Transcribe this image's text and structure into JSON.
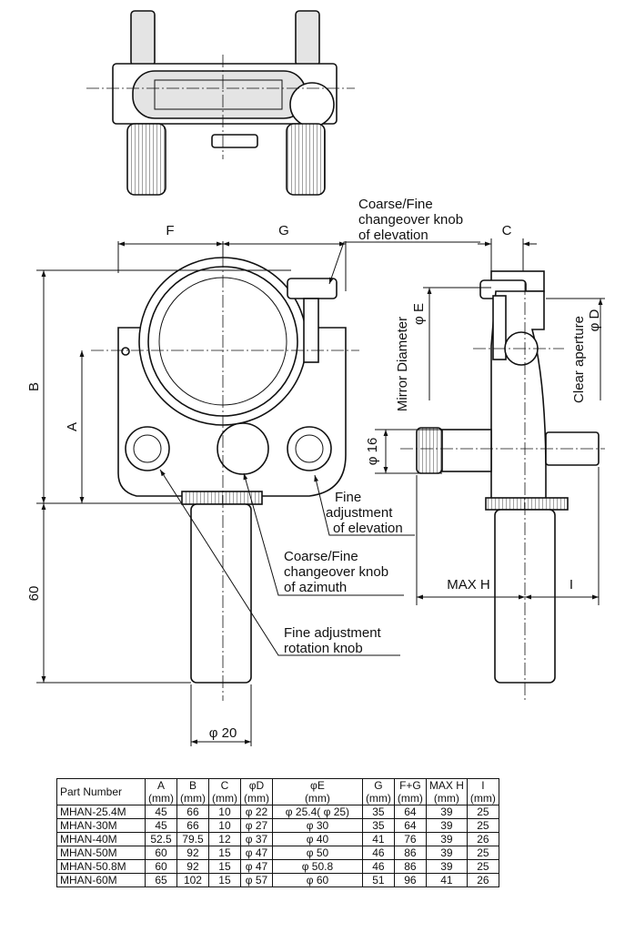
{
  "labels": {
    "dim_f": "F",
    "dim_g": "G",
    "dim_c": "C",
    "dim_b": "B",
    "dim_a": "A",
    "dim_60": "60",
    "dim_phi20": "φ 20",
    "dim_phi16": "φ 16",
    "dim_max_h": "MAX H",
    "dim_i": "I",
    "mirror_diameter": "Mirror Diameter",
    "phi_e": "φ E",
    "clear_aperture": "Clear aperture",
    "phi_d": "φ D",
    "coarse_fine_elevation": [
      "Coarse/Fine",
      "changeover knob",
      "of elevation"
    ],
    "fine_adj_elevation": [
      "Fine",
      "adjustment",
      "of elevation"
    ],
    "coarse_fine_azimuth": [
      "Coarse/Fine",
      "changeover knob",
      "of azimuth"
    ],
    "fine_adj_rotation": [
      "Fine adjustment",
      "rotation knob"
    ]
  },
  "table": {
    "headers": [
      {
        "name": "Part Number",
        "unit": ""
      },
      {
        "name": "A",
        "unit": "(mm)"
      },
      {
        "name": "B",
        "unit": "(mm)"
      },
      {
        "name": "C",
        "unit": "(mm)"
      },
      {
        "name": "φD",
        "unit": "(mm)"
      },
      {
        "name": "φE",
        "unit": "(mm)"
      },
      {
        "name": "G",
        "unit": "(mm)"
      },
      {
        "name": "F+G",
        "unit": "(mm)"
      },
      {
        "name": "MAX H",
        "unit": "(mm)"
      },
      {
        "name": "I",
        "unit": "(mm)"
      }
    ],
    "rows": [
      [
        "MHAN-25.4M",
        "45",
        "66",
        "10",
        "φ 22",
        "φ 25.4( φ 25)",
        "35",
        "64",
        "39",
        "25"
      ],
      [
        "MHAN-30M",
        "45",
        "66",
        "10",
        "φ 27",
        "φ 30",
        "35",
        "64",
        "39",
        "25"
      ],
      [
        "MHAN-40M",
        "52.5",
        "79.5",
        "12",
        "φ 37",
        "φ 40",
        "41",
        "76",
        "39",
        "26"
      ],
      [
        "MHAN-50M",
        "60",
        "92",
        "15",
        "φ 47",
        "φ 50",
        "46",
        "86",
        "39",
        "25"
      ],
      [
        "MHAN-50.8M",
        "60",
        "92",
        "15",
        "φ 47",
        "φ 50.8",
        "46",
        "86",
        "39",
        "25"
      ],
      [
        "MHAN-60M",
        "65",
        "102",
        "15",
        "φ 57",
        "φ 60",
        "51",
        "96",
        "41",
        "26"
      ]
    ]
  }
}
